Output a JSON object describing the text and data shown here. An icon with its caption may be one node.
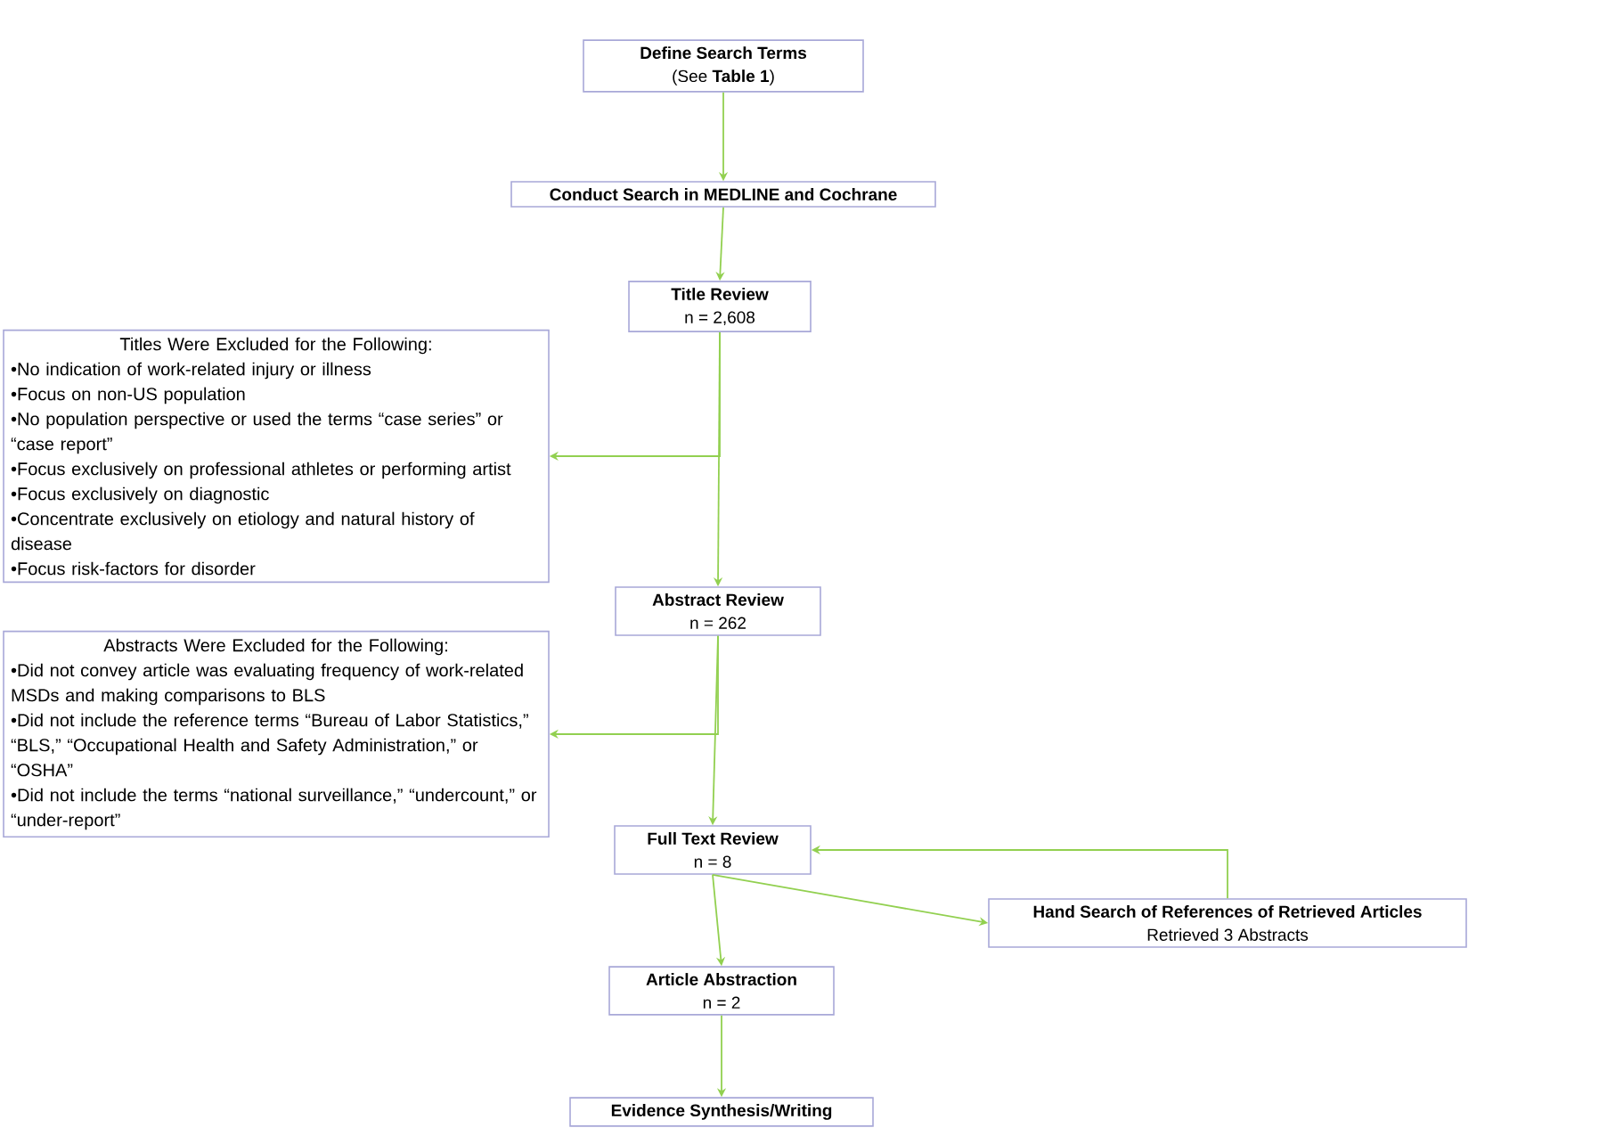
{
  "diagram": {
    "nodes": [
      {
        "text": [
          "Define Search Terms",
          "(See **Table 1**)"
        ]
      },
      {
        "text": [
          "Conduct Search in MEDLINE and Cochrane"
        ]
      },
      {
        "text": [
          "Title Review",
          "n = 2,608"
        ]
      },
      {
        "text": [
          "Titles Were Excluded for the Following:",
          "•No indication of work-related injury or illness",
          "•Focus on non-US population",
          "•No population perspective or used the terms “case series” or “case report”",
          "•Focus exclusively on professional athletes or performing artist",
          "•Focus exclusively on diagnostic",
          "•Concentrate exclusively on etiology and natural history of disease",
          "•Focus risk-factors for disorder"
        ]
      },
      {
        "text": [
          "Abstract Review",
          "n = 262"
        ]
      },
      {
        "text": [
          "Abstracts Were Excluded for the Following:",
          "•Did not convey article was evaluating frequency of work-related MSDs and making comparisons to BLS",
          "•Did not include the reference terms “Bureau of Labor Statistics,” “BLS,” “Occupational Health and Safety Administration,” or “OSHA”",
          "•Did not include the terms “national surveillance,” “undercount,” or “under-report”"
        ]
      },
      {
        "text": [
          "Full Text Review",
          "n = 8"
        ]
      },
      {
        "text": [
          "Hand Search of References of Retrieved Articles",
          "Retrieved 3 Abstracts"
        ]
      },
      {
        "text": [
          "Article Abstraction",
          "n = 2"
        ]
      },
      {
        "text": [
          "Evidence Synthesis/Writing"
        ]
      }
    ],
    "edges": [
      {
        "from": 0,
        "to": 1,
        "arrow": "to"
      },
      {
        "from": 1,
        "to": 2,
        "arrow": "to"
      },
      {
        "from": 2,
        "to": 3,
        "arrow": "to"
      },
      {
        "from": 2,
        "to": 4,
        "arrow": "to"
      },
      {
        "from": 4,
        "to": 5,
        "arrow": "to"
      },
      {
        "from": 4,
        "to": 6,
        "arrow": "to"
      },
      {
        "from": 6,
        "to": 7,
        "arrow": "to"
      },
      {
        "from": 7,
        "to": 6,
        "arrow": "to"
      },
      {
        "from": 6,
        "to": 8,
        "arrow": "to"
      },
      {
        "from": 8,
        "to": 9,
        "arrow": "to"
      }
    ]
  }
}
